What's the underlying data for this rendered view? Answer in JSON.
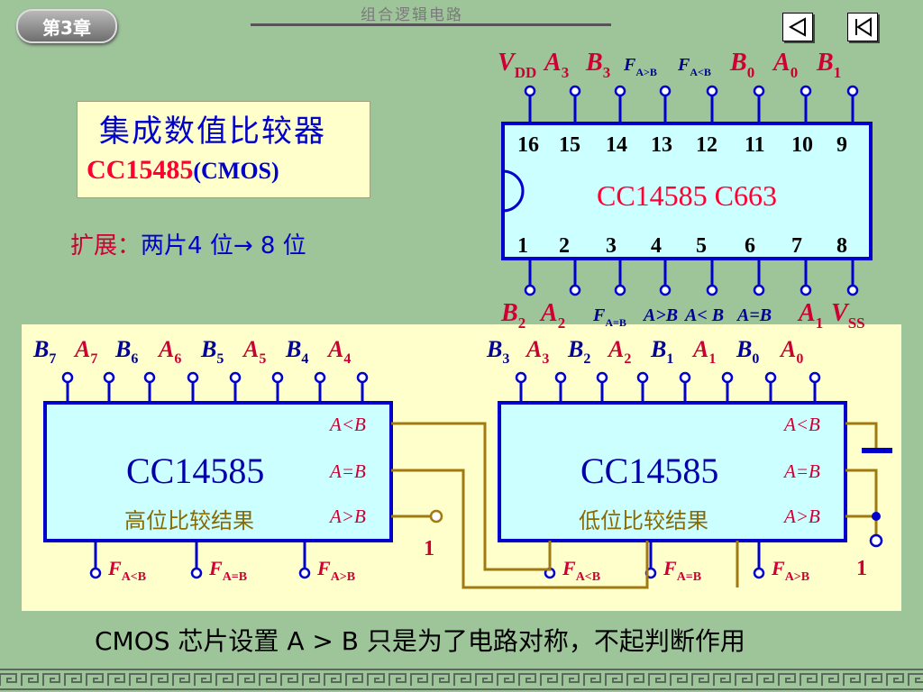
{
  "header": {
    "chapter_badge": "第3章",
    "title": "组合逻辑电路",
    "nav_prev_icon": "triangle-left-icon",
    "nav_first_icon": "skip-first-icon"
  },
  "title_box": {
    "line1": "集成数值比较器",
    "model": "CC15485",
    "tech": "(CMOS)"
  },
  "expand": {
    "label": "扩展：",
    "text": "两片4 位→ 8 位"
  },
  "chip_top": {
    "center_label": "CC14585  C663",
    "top_pins": [
      "16",
      "15",
      "14",
      "13",
      "12",
      "11",
      "10",
      "9"
    ],
    "bottom_pins": [
      "1",
      "2",
      "3",
      "4",
      "5",
      "6",
      "7",
      "8"
    ],
    "top_signals": [
      {
        "base": "V",
        "sub": "DD"
      },
      {
        "base": "A",
        "sub": "3"
      },
      {
        "base": "B",
        "sub": "3"
      },
      {
        "base": "F",
        "sub": "A>B"
      },
      {
        "base": "F",
        "sub": "A<B"
      },
      {
        "base": "B",
        "sub": "0"
      },
      {
        "base": "A",
        "sub": "0"
      },
      {
        "base": "B",
        "sub": "1"
      }
    ],
    "bottom_signals": [
      {
        "base": "B",
        "sub": "2"
      },
      {
        "base": "A",
        "sub": "2"
      },
      {
        "base": "F",
        "sub": "A=B"
      },
      {
        "base": "A>B",
        "sub": ""
      },
      {
        "base": "A< B",
        "sub": ""
      },
      {
        "base": "A=B",
        "sub": ""
      },
      {
        "base": "A",
        "sub": "1"
      },
      {
        "base": "V",
        "sub": "SS"
      }
    ]
  },
  "chip_high": {
    "name": "CC14585",
    "caption": "高位比较结果",
    "inputs": [
      {
        "base": "B",
        "sub": "7"
      },
      {
        "base": "A",
        "sub": "7"
      },
      {
        "base": "B",
        "sub": "6"
      },
      {
        "base": "A",
        "sub": "6"
      },
      {
        "base": "B",
        "sub": "5"
      },
      {
        "base": "A",
        "sub": "5"
      },
      {
        "base": "B",
        "sub": "4"
      },
      {
        "base": "A",
        "sub": "4"
      }
    ],
    "cascade": [
      "A<B",
      "A=B",
      "A>B"
    ],
    "outputs": [
      {
        "base": "F",
        "sub": "A<B"
      },
      {
        "base": "F",
        "sub": "A=B"
      },
      {
        "base": "F",
        "sub": "A>B"
      }
    ],
    "tie_value": "1"
  },
  "chip_low": {
    "name": "CC14585",
    "caption": "低位比较结果",
    "inputs": [
      {
        "base": "B",
        "sub": "3"
      },
      {
        "base": "A",
        "sub": "3"
      },
      {
        "base": "B",
        "sub": "2"
      },
      {
        "base": "A",
        "sub": "2"
      },
      {
        "base": "B",
        "sub": "1"
      },
      {
        "base": "A",
        "sub": "1"
      },
      {
        "base": "B",
        "sub": "0"
      },
      {
        "base": "A",
        "sub": "0"
      }
    ],
    "cascade": [
      "A<B",
      "A=B",
      "A>B"
    ],
    "outputs": [
      {
        "base": "F",
        "sub": "A<B"
      },
      {
        "base": "F",
        "sub": "A=B"
      },
      {
        "base": "F",
        "sub": "A>B"
      }
    ],
    "tie_value": "1"
  },
  "note": "CMOS 芯片设置 A > B 只是为了电路对称，不起判断作用",
  "colors": {
    "background": "#9ec49a",
    "chip_fill": "#ccffff",
    "chip_stroke": "#0000cc",
    "wire": "#a07a10",
    "label_blue": "#000099",
    "label_red": "#cc0033",
    "highlight_red": "#ff0033",
    "panel": "#ffffcc"
  }
}
